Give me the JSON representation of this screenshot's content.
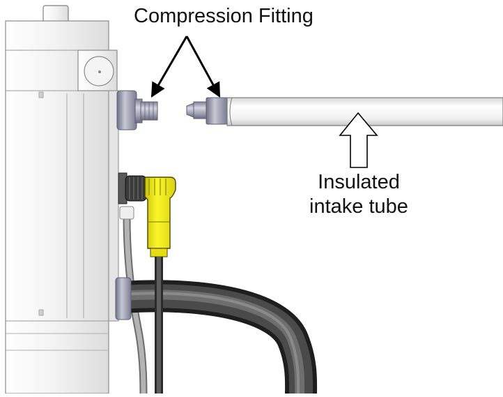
{
  "labels": {
    "compression_fitting": "Compression Fitting",
    "insulated_line1": "Insulated",
    "insulated_line2": "intake tube"
  },
  "colors": {
    "housing": "#ececec",
    "housing_edge": "#8a8a8a",
    "fitting_metal": "#a6a8b8",
    "connector_yellow": "#f2ee1a",
    "hose_dark": "#3c3c3c",
    "cable_gray": "#9a9a9a",
    "tube_fill": "#f0f0f0",
    "label_text": "#111111"
  }
}
